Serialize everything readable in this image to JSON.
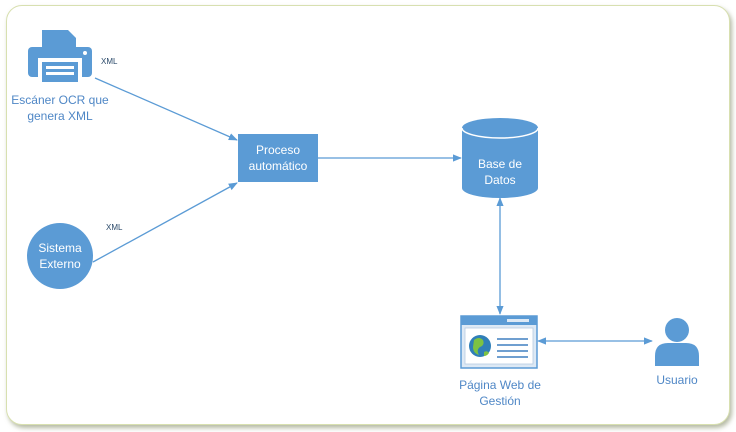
{
  "nodes": {
    "scanner": {
      "label_line1": "Escáner OCR que",
      "label_line2": "genera XML",
      "icon": "printer-icon"
    },
    "external": {
      "label_line1": "Sistema",
      "label_line2": "Externo"
    },
    "process": {
      "label_line1": "Proceso",
      "label_line2": "automático"
    },
    "database": {
      "label_line1": "Base de",
      "label_line2": "Datos"
    },
    "webpage": {
      "label_line1": "Página Web de",
      "label_line2": "Gestión",
      "icon": "web-page-icon"
    },
    "user": {
      "label": "Usuario",
      "icon": "user-icon"
    }
  },
  "edges": {
    "scanner_to_process": "XML",
    "external_to_process": "XML"
  },
  "colors": {
    "shape_fill": "#5b9bd5",
    "connector": "#5b9bd5",
    "label_text": "#4f87c6",
    "frame_border": "#d8e0b0"
  }
}
